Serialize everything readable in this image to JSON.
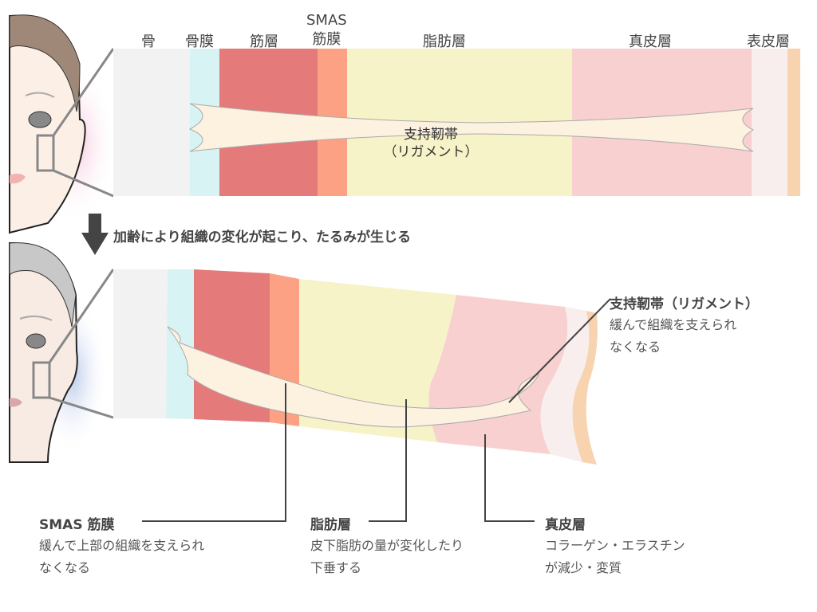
{
  "top_layers": {
    "bone": "骨",
    "periosteum": "骨膜",
    "muscle": "筋層",
    "smas_line1": "SMAS",
    "smas_line2": "筋膜",
    "fat": "脂肪層",
    "dermis": "真皮層",
    "epidermis": "表皮層"
  },
  "ligament_label_line1": "支持靭帯",
  "ligament_label_line2": "（リガメント）",
  "aging_caption": "加齢により組織の変化が起こり、たるみが生じる",
  "callouts": {
    "ligament": {
      "title": "支持靭帯（リガメント）",
      "line1": "緩んで組織を支えられ",
      "line2": "なくなる"
    },
    "smas": {
      "title": "SMAS 筋膜",
      "line1": "緩んで上部の組織を支えられ",
      "line2": "なくなる"
    },
    "fat": {
      "title": "脂肪層",
      "line1": "皮下脂肪の量が変化したり",
      "line2": "下垂する"
    },
    "dermis": {
      "title": "真皮層",
      "line1": "コラーゲン・エラスチン",
      "line2": "が減少・変質"
    }
  },
  "colors": {
    "bone": "#f2f2f2",
    "periosteum": "#d8f3f3",
    "muscle": "#e57a7a",
    "smas": "#fca184",
    "fat": "#f7f3c8",
    "dermis": "#f8d0d0",
    "epidermis": "#f8eeee",
    "outer": "#f7d3b0",
    "ligament": "#fdf1e0"
  }
}
